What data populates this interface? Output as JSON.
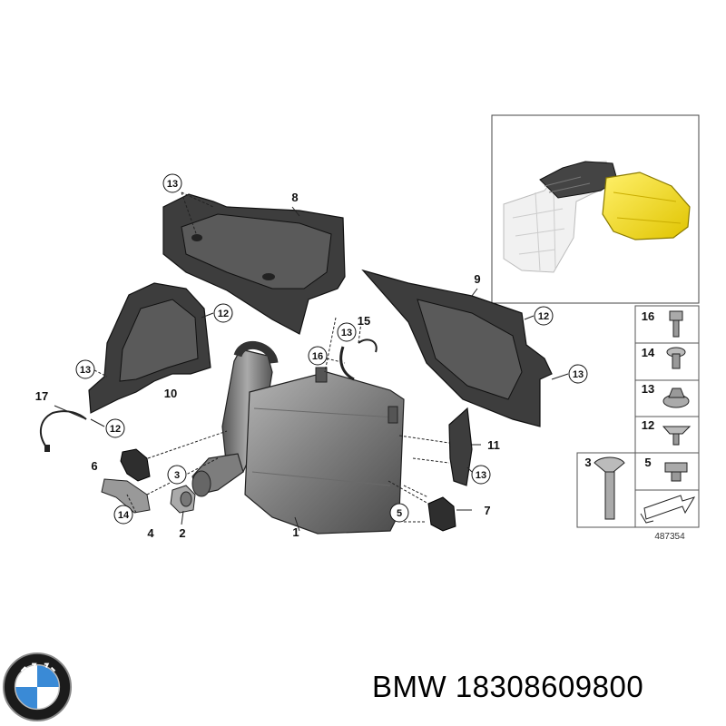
{
  "callouts": {
    "c1": "1",
    "c2": "2",
    "c3": "3",
    "c4": "4",
    "c5": "5",
    "c6": "6",
    "c7": "7",
    "c8": "8",
    "c9": "9",
    "c10": "10",
    "c11": "11",
    "c12": "12",
    "c13": "13",
    "c14": "14",
    "c15": "15",
    "c16": "16",
    "c17": "17"
  },
  "legend": {
    "items": [
      "16",
      "14",
      "13",
      "12",
      "5",
      "3"
    ]
  },
  "reference_number": "487354",
  "footer": {
    "brand": "BMW",
    "part_number": "18308609800"
  },
  "colors": {
    "highlight_yellow": "#f4e12a",
    "shield_dark": "#3d3d3d",
    "muffler_gray": "#8a8a8a"
  }
}
